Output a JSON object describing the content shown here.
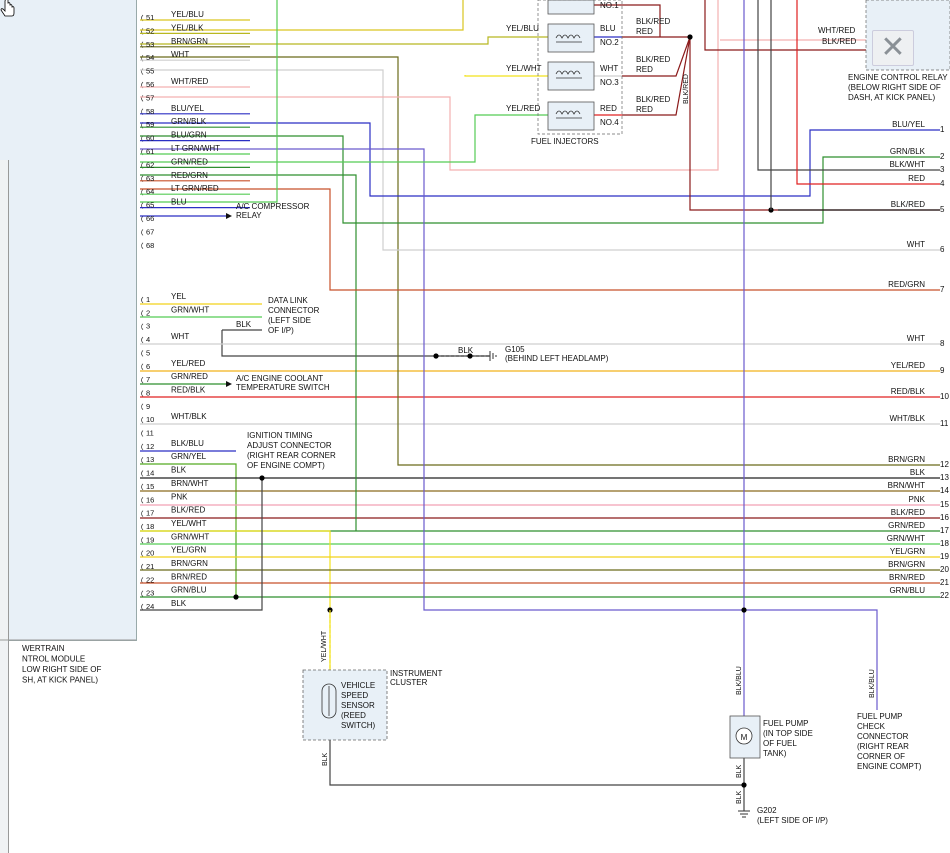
{
  "colors": {
    "YEL": "#f2d21b",
    "BLU": "#2b2fc4",
    "BLK": "#222222",
    "BRN": "#8b6a1f",
    "GRN": "#2fae2f",
    "WHT": "#cfcfcf",
    "RED": "#e02020",
    "PNK": "#f2a0b4",
    "LTGRN": "#66cc44",
    "VIO": "#6a5acd",
    "DKRED": "#8b1a1a"
  },
  "pcm_pins_top": [
    {
      "pin": "51",
      "wire": "YEL/BLU",
      "color": "#d9c520"
    },
    {
      "pin": "52",
      "wire": "YEL/BLK",
      "color": "#b8b820"
    },
    {
      "pin": "53",
      "wire": "BRN/GRN",
      "color": "#6b6b1a"
    },
    {
      "pin": "54",
      "wire": "WHT",
      "color": "#cfcfcf"
    },
    {
      "pin": "55",
      "wire": "",
      "color": "none"
    },
    {
      "pin": "56",
      "wire": "WHT/RED",
      "color": "#f4b0b0"
    },
    {
      "pin": "57",
      "wire": "",
      "color": "none"
    },
    {
      "pin": "58",
      "wire": "BLU/YEL",
      "color": "#2b2fc4"
    },
    {
      "pin": "59",
      "wire": "GRN/BLK",
      "color": "#2f8f2f"
    },
    {
      "pin": "60",
      "wire": "BLU/GRN",
      "color": "#2b2fc4"
    },
    {
      "pin": "61",
      "wire": "LT GRN/WHT",
      "color": "#55cc55"
    },
    {
      "pin": "62",
      "wire": "GRN/RED",
      "color": "#2f8f2f"
    },
    {
      "pin": "63",
      "wire": "RED/GRN",
      "color": "#c8502a"
    },
    {
      "pin": "64",
      "wire": "LT GRN/RED",
      "color": "#55cc55"
    },
    {
      "pin": "65",
      "wire": "BLU",
      "color": "#2b2fc4"
    },
    {
      "pin": "66",
      "wire": "",
      "color": "none"
    },
    {
      "pin": "67",
      "wire": "",
      "color": "none"
    },
    {
      "pin": "68",
      "wire": "",
      "color": "none"
    }
  ],
  "pcm_pins_bottom": [
    {
      "pin": "1",
      "wire": "YEL",
      "color": "#f2d21b"
    },
    {
      "pin": "2",
      "wire": "GRN/WHT",
      "color": "#55cc55"
    },
    {
      "pin": "3",
      "wire": "",
      "color": "#444444"
    },
    {
      "pin": "4",
      "wire": "WHT",
      "color": "#cfcfcf"
    },
    {
      "pin": "5",
      "wire": "",
      "color": "none"
    },
    {
      "pin": "6",
      "wire": "YEL/RED",
      "color": "#f2b21b"
    },
    {
      "pin": "7",
      "wire": "GRN/RED",
      "color": "#2f8f2f"
    },
    {
      "pin": "8",
      "wire": "RED/BLK",
      "color": "#e02020"
    },
    {
      "pin": "9",
      "wire": "",
      "color": "none"
    },
    {
      "pin": "10",
      "wire": "WHT/BLK",
      "color": "#cfcfcf"
    },
    {
      "pin": "11",
      "wire": "",
      "color": "none"
    },
    {
      "pin": "12",
      "wire": "BLK/BLU",
      "color": "#2b2fc4"
    },
    {
      "pin": "13",
      "wire": "GRN/YEL",
      "color": "#55aa22"
    },
    {
      "pin": "14",
      "wire": "BLK",
      "color": "#222222"
    },
    {
      "pin": "15",
      "wire": "BRN/WHT",
      "color": "#8b6a1f"
    },
    {
      "pin": "16",
      "wire": "PNK",
      "color": "#f2a0b4"
    },
    {
      "pin": "17",
      "wire": "BLK/RED",
      "color": "#8b1a1a"
    },
    {
      "pin": "18",
      "wire": "YEL/WHT",
      "color": "#f2e21b"
    },
    {
      "pin": "19",
      "wire": "GRN/WHT",
      "color": "#55cc55"
    },
    {
      "pin": "20",
      "wire": "YEL/GRN",
      "color": "#c8c81b"
    },
    {
      "pin": "21",
      "wire": "BRN/GRN",
      "color": "#6b6b1a"
    },
    {
      "pin": "22",
      "wire": "BRN/RED",
      "color": "#c8502a"
    },
    {
      "pin": "23",
      "wire": "GRN/BLU",
      "color": "#2f8f2f"
    },
    {
      "pin": "24",
      "wire": "BLK",
      "color": "#444444"
    }
  ],
  "right_rows": [
    {
      "label": "BLU/YEL",
      "num": "1",
      "color": "#2b2fc4"
    },
    {
      "label": "GRN/BLK",
      "num": "2",
      "color": "#2f8f2f"
    },
    {
      "label": "BLK/WHT",
      "num": "3",
      "color": "#444444"
    },
    {
      "label": "RED",
      "num": "4",
      "color": "#e02020"
    },
    {
      "label": "BLK/RED",
      "num": "5",
      "color": "#222222"
    },
    {
      "label": "WHT",
      "num": "6",
      "color": "#cfcfcf"
    },
    {
      "label": "RED/GRN",
      "num": "7",
      "color": "#c8502a"
    },
    {
      "label": "WHT",
      "num": "8",
      "color": "#cfcfcf"
    },
    {
      "label": "YEL/RED",
      "num": "9",
      "color": "#f2b21b"
    },
    {
      "label": "RED/BLK",
      "num": "10",
      "color": "#e02020"
    },
    {
      "label": "WHT/BLK",
      "num": "11",
      "color": "#cfcfcf"
    },
    {
      "label": "BRN/GRN",
      "num": "12",
      "color": "#6b6b1a"
    },
    {
      "label": "BLK",
      "num": "13",
      "color": "#222222"
    },
    {
      "label": "BRN/WHT",
      "num": "14",
      "color": "#8b6a1f"
    },
    {
      "label": "PNK",
      "num": "15",
      "color": "#f2a0b4"
    },
    {
      "label": "BLK/RED",
      "num": "16",
      "color": "#8b1a1a"
    },
    {
      "label": "GRN/RED",
      "num": "17",
      "color": "#2f8f2f"
    },
    {
      "label": "GRN/WHT",
      "num": "18",
      "color": "#55cc55"
    },
    {
      "label": "YEL/GRN",
      "num": "19",
      "color": "#c8c81b"
    },
    {
      "label": "BRN/GRN",
      "num": "20",
      "color": "#6b6b1a"
    },
    {
      "label": "BRN/RED",
      "num": "21",
      "color": "#c8502a"
    },
    {
      "label": "GRN/BLU",
      "num": "22",
      "color": "#2f8f2f"
    }
  ],
  "labels": {
    "pcm": [
      "WERTRAIN",
      "NTROL MODULE",
      "LOW RIGHT SIDE OF",
      "SH, AT KICK PANEL)"
    ],
    "ac_relay": [
      "A/C COMPRESSOR",
      "RELAY"
    ],
    "data_link": [
      "DATA LINK",
      "CONNECTOR",
      "(LEFT SIDE",
      "OF I/P)"
    ],
    "data_link_blk": "BLK",
    "g105": [
      "G105",
      "(BEHIND LEFT HEADLAMP)"
    ],
    "g105_blk": "BLK",
    "ac_coolant": [
      "A/C ENGINE COOLANT",
      "TEMPERATURE SWITCH"
    ],
    "ignition": [
      "IGNITION TIMING",
      "ADJUST CONNECTOR",
      "(RIGHT REAR CORNER",
      "OF ENGINE COMPT)"
    ],
    "ecr": [
      "ENGINE CONTROL RELAY",
      "(BELOW RIGHT SIDE OF",
      "DASH, AT KICK PANEL)"
    ],
    "ecr_wht_red": "WHT/RED",
    "ecr_blk_red": "BLK/RED",
    "fuel_injectors": "FUEL INJECTORS",
    "injectors": [
      {
        "wire": "YEL/BLU",
        "color": "#d9c520",
        "out": "BLU",
        "out_color": "#2b2fc4",
        "no": "NO.2"
      },
      {
        "wire": "YEL/WHT",
        "color": "#f2e21b",
        "out": "WHT",
        "out_color": "#cfcfcf",
        "no": "NO.3"
      },
      {
        "wire": "YEL/RED",
        "color": "#f2b21b",
        "out": "RED",
        "out_color": "#e02020",
        "no": "NO.4"
      }
    ],
    "injector_top_no": "NO.1",
    "injector_blk_red": "BLK/RED",
    "injector_blk_red_vert": "BLK/RED",
    "instrument_cluster": [
      "INSTRUMENT",
      "CLUSTER"
    ],
    "vss": [
      "VEHICLE",
      "SPEED",
      "SENSOR",
      "(REED",
      "SWITCH)"
    ],
    "vss_yel_wht": "YEL/WHT",
    "vss_blk": "BLK",
    "fuel_pump": [
      "FUEL PUMP",
      "(IN TOP SIDE",
      "OF FUEL",
      "TANK)"
    ],
    "fuel_pump_motor": "M",
    "fuel_pump_wire": "BLK/BLU",
    "fuel_pump_blk": "BLK",
    "fuel_pump_blk2": "BLK",
    "g202": [
      "G202",
      "(LEFT SIDE OF I/P)"
    ],
    "fp_check": [
      "FUEL PUMP",
      "CHECK",
      "CONNECTOR",
      "(RIGHT REAR",
      "CORNER OF",
      "ENGINE COMPT)"
    ],
    "fp_check_wire": "BLK/BLU"
  }
}
